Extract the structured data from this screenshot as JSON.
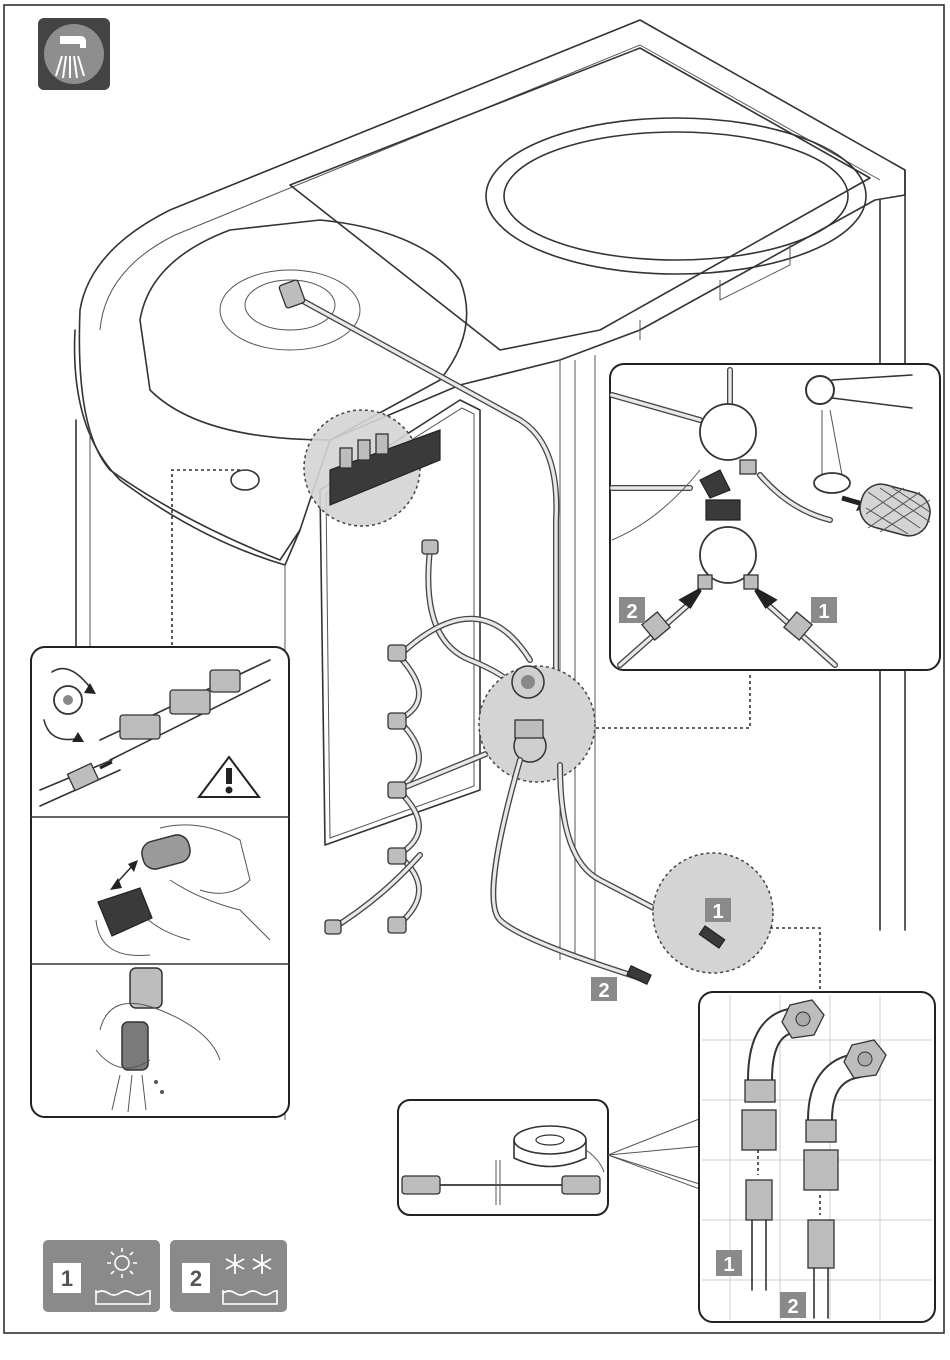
{
  "labels": {
    "hose_1_on_machine": "1",
    "hose_2_on_machine": "2",
    "inlet_detail_1": "1",
    "inlet_detail_2": "2",
    "tap_detail_1": "1",
    "tap_detail_2": "2",
    "legend_1": "1",
    "legend_2": "2"
  },
  "icons": {
    "header": "water-tap-icon",
    "warning": "warning-triangle-icon",
    "hot": "sun-icon",
    "cold": "snowflake-icon"
  },
  "colors": {
    "badge": "#8a8a8a",
    "header_icon_bg": "#444444",
    "highlight_lens": "#d4d4d4"
  }
}
